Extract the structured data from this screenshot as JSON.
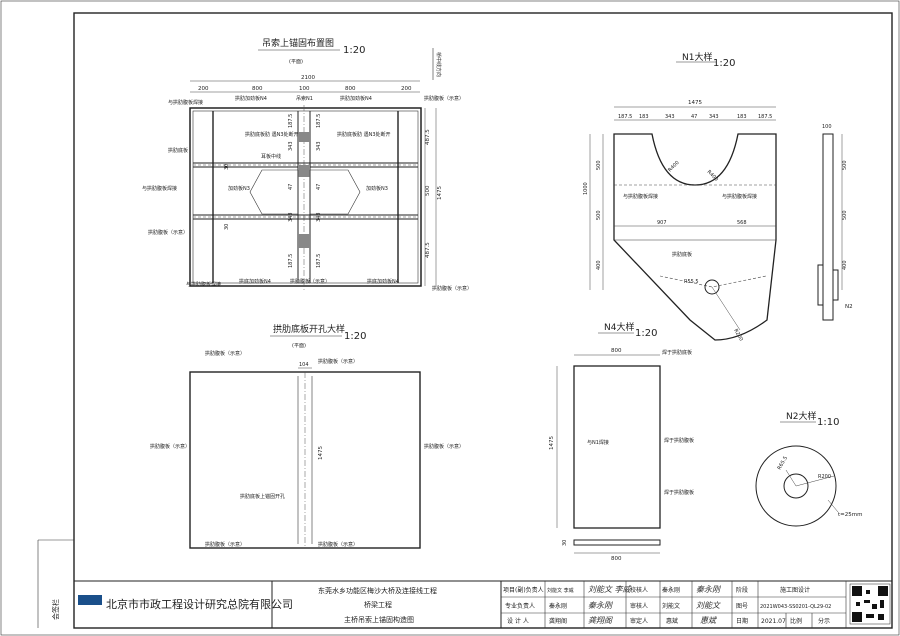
{
  "drawing1": {
    "title": "吊索上锚固布置图",
    "scale": "1:20",
    "sub": "(平面)",
    "north": "桥中线方向",
    "top_dims": [
      "200",
      "800",
      "100",
      "800",
      "200"
    ],
    "total": "2100",
    "row_labels": [
      "拱肋加劲板N4",
      "吊索N1",
      "拱肋加劲板N4"
    ],
    "right_dims": [
      "487.5",
      "500",
      "487.5"
    ],
    "right_total": "1475",
    "center_dims": [
      "187.5",
      "343",
      "47",
      "343",
      "187.5"
    ],
    "center_dims_b": [
      "187.5",
      "343",
      "47",
      "343",
      "187.5"
    ],
    "labels": {
      "weld_top": "与拱肋腹板焊接",
      "web_top_right": "拱肋腹板（示意）",
      "bottom_cut": "拱肋底板肋\n遇N3处断开",
      "bottom_cut_r": "拱肋底板肋\n遇N3处断开",
      "ear_center": "耳板中线",
      "stiffener_l": "加劲板N3",
      "stiffener_r": "加劲板N3",
      "weld_left_mid": "与拱肋腹板焊接",
      "web_left": "拱肋腹板（示意）",
      "bottom_left": "拱肋底板",
      "weld_bottom": "与拱肋腹板焊接",
      "bottom_stiff_l": "拱底加劲板N4",
      "web_bottom": "拱肋腹板（示意）",
      "bottom_stiff_r": "拱底加劲板N4",
      "web_bottom_right": "拱肋腹板（示意）",
      "d30a": "30",
      "d30b": "30"
    }
  },
  "drawing2": {
    "title": "拱肋底板开孔大样",
    "scale": "1:20",
    "sub": "(平面)",
    "dim_top": "104",
    "dim_len": "1475",
    "labels": {
      "web_tl": "拱肋腹板（示意）",
      "web_tr": "拱肋腹板（示意）",
      "web_l": "拱肋腹板（示意）",
      "web_r": "拱肋腹板（示意）",
      "hole": "拱肋底板上锚固开孔",
      "web_bl": "拱肋腹板（示意）",
      "web_bc": "拱肋腹板（示意）"
    }
  },
  "drawing3": {
    "title": "N1大样",
    "scale": "1:20",
    "top_total": "1475",
    "top_dims": [
      "187.5",
      "183",
      "343",
      "47",
      "343",
      "183",
      "187.5"
    ],
    "left_dims": [
      "500",
      "500",
      "400"
    ],
    "left_total": "1000",
    "mid_dims": [
      "907",
      "568"
    ],
    "r_dims": [
      "R400",
      "R400"
    ],
    "hole_r": "R55.5",
    "cut": "R200",
    "side_dim": "100",
    "side_right": [
      "500",
      "500",
      "400"
    ],
    "n2": "N2",
    "labels": {
      "weld_l": "与拱肋腹板焊接",
      "weld_r": "与拱肋腹板焊接",
      "bottom": "拱肋底板"
    }
  },
  "drawing4": {
    "title": "N4大样",
    "scale": "1:20",
    "dim_top": "800",
    "dim_left": "1475",
    "dim_bottom": "800",
    "thick": "30",
    "labels": {
      "weld_top": "焊于拱肋底板",
      "weld_left": "与N1焊接",
      "weld_right": "焊于拱肋腹板",
      "weld_right2": "焊于拱肋腹板"
    }
  },
  "drawing5": {
    "title": "N2大样",
    "scale": "1:10",
    "r_inner": "R65.5",
    "r_outer": "R200",
    "thick": "t=25mm"
  },
  "side_note": "会签栏",
  "title_block": {
    "company": "北京市市政工程设计研究总院有限公司",
    "project": "东莞水乡功能区梅沙大桥及连接线工程",
    "sub1": "桥梁工程",
    "drawing_name": "主桥吊索上锚固构造图",
    "rows": [
      {
        "role": "项目(副)负责人",
        "name": "刘能文  李威",
        "sig": "刘能文  李威",
        "r2": "校核人",
        "n2": "秦永刚",
        "s2": "秦永刚",
        "r3": "阶段",
        "v3": "施工图设计"
      },
      {
        "role": "专业负责人",
        "name": "秦永刚",
        "sig": "秦永刚",
        "r2": "审核人",
        "n2": "刘能文",
        "s2": "刘能文",
        "r3": "图号",
        "v3": "2021W043-SS0201-QL29-02"
      },
      {
        "role": "设 计 人",
        "name": "龚翔阁",
        "sig": "龚翔阁",
        "r2": "审定人",
        "n2": "惠斌",
        "s2": "惠斌",
        "r3": "日期",
        "v3": "2021.07",
        "r4": "比例",
        "v4": "分示"
      }
    ]
  }
}
